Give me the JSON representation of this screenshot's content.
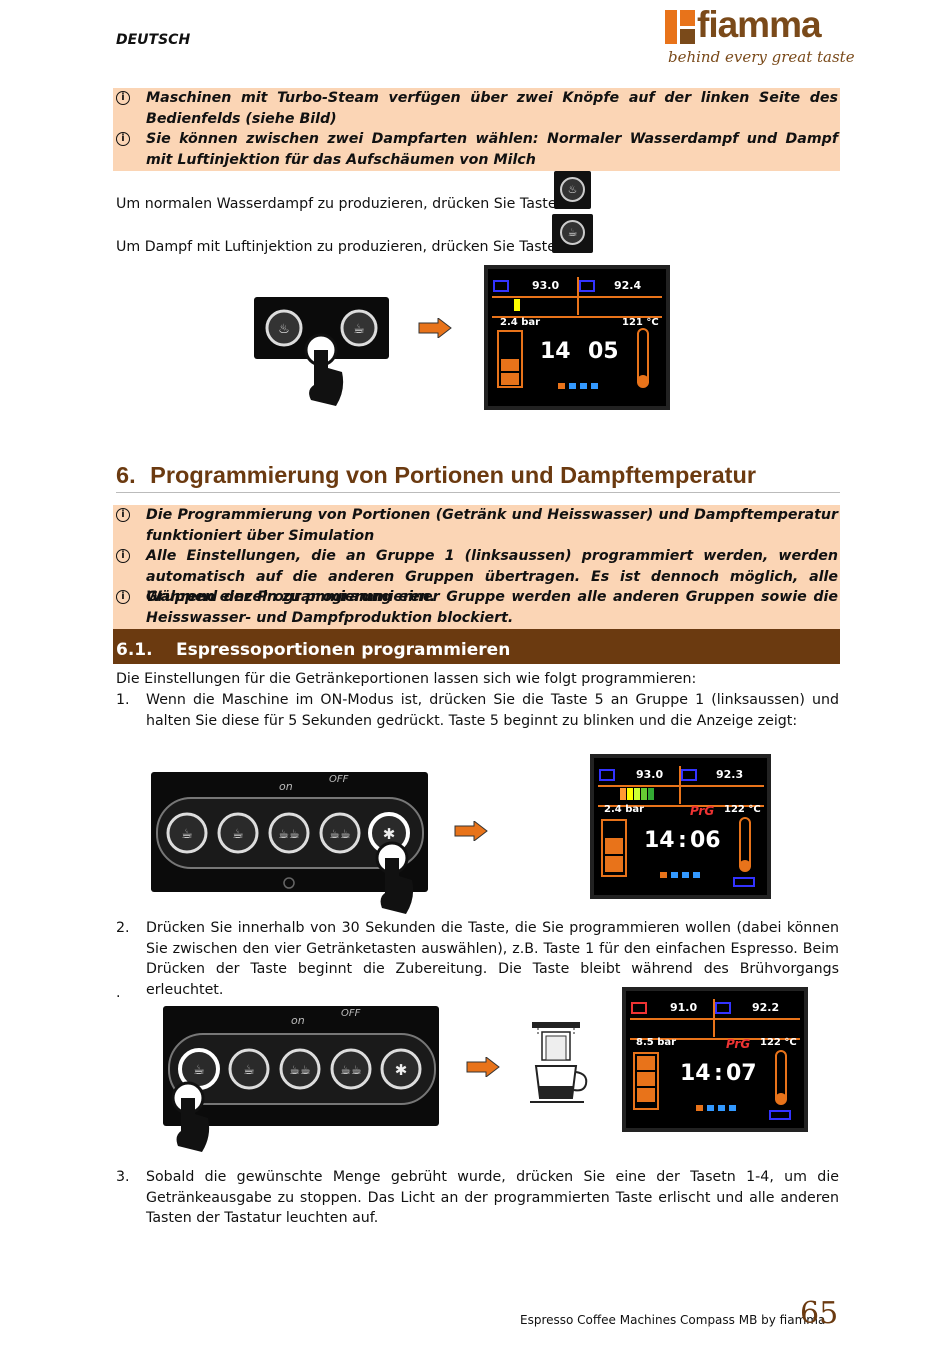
{
  "header": {
    "language": "DEUTSCH",
    "brand": "fiamma",
    "tagline": "behind every great taste"
  },
  "notes_top": [
    "Maschinen mit Turbo-Steam verfügen über zwei Knöpfe auf der linken Seite des Bedienfelds (siehe Bild)",
    "Sie können zwischen zwei Dampfarten wählen: Normaler Wasserdampf und Dampf mit Luftinjektion für das Aufschäumen von Milch"
  ],
  "steam_lines": [
    "Um normalen Wasserdampf zu produzieren, drücken Sie Taste",
    "Um Dampf mit Luftinjektion zu produzieren, drücken Sie Taste"
  ],
  "screen1": {
    "temp_left": "93.0",
    "temp_right": "92.4",
    "pressure": "2.4 bar",
    "steam_temp": "121 °C",
    "time_a": "14",
    "time_b": "05"
  },
  "section6": {
    "number": "6.",
    "title": "Programmierung von Portionen und Dampftemperatur",
    "notes": [
      "Die Programmierung von Portionen (Getränk und Heisswasser) und Dampftemperatur funktioniert über Simulation",
      "Alle Einstellungen, die an Gruppe 1 (linksaussen) programmiert werden, werden automatisch auf die anderen Gruppen übertragen. Es ist dennoch möglich, alle Gruppen einzeln zu programmieren.",
      "Während der Programmierung einer Gruppe werden alle anderen Gruppen sowie die Heisswasser- und Dampfproduktion blockiert."
    ]
  },
  "section61": {
    "number": "6.1.",
    "title": "Espressoportionen programmieren",
    "intro": "Die Einstellungen für die Getränkeportionen lassen sich wie folgt programmieren:",
    "steps": [
      {
        "num": "1.",
        "text": "Wenn die Maschine im ON-Modus ist, drücken Sie die Taste 5 an Gruppe 1 (linksaussen) und halten Sie diese für 5 Sekunden gedrückt. Taste 5 beginnt zu blinken und die Anzeige zeigt:"
      },
      {
        "num": "2.",
        "text": "Drücken Sie innerhalb von 30 Sekunden die Taste, die Sie programmieren wollen (dabei können Sie zwischen den vier Getränketasten auswählen), z.B. Taste 1 für den einfachen Espresso. Beim Drücken der Taste beginnt die Zubereitung. Die Taste bleibt während des Brühvorgangs erleuchtet."
      },
      {
        "num": "3.",
        "text": "Sobald die gewünschte Menge gebrüht wurde, drücken Sie eine der Tasetn 1-4, um die Getränkeausgabe zu stoppen. Das Licht an der programmierten Taste erlischt und alle anderen Tasten der Tastatur leuchten auf."
      }
    ],
    "dot": "."
  },
  "panel_labels": {
    "on": "on",
    "off": "OFF"
  },
  "screen2": {
    "temp_left": "93.0",
    "temp_right": "92.3",
    "pressure": "2.4 bar",
    "prog": "PrG",
    "steam_temp": "122 °C",
    "time_a": "14",
    "time_b": "06"
  },
  "screen3": {
    "temp_left": "91.0",
    "temp_right": "92.2",
    "pressure": "8.5 bar",
    "prog": "PrG",
    "steam_temp": "122 °C",
    "time_a": "14",
    "time_b": "07"
  },
  "footer": {
    "text": "Espresso Coffee Machines Compass MB by fiamma",
    "page": "65"
  }
}
